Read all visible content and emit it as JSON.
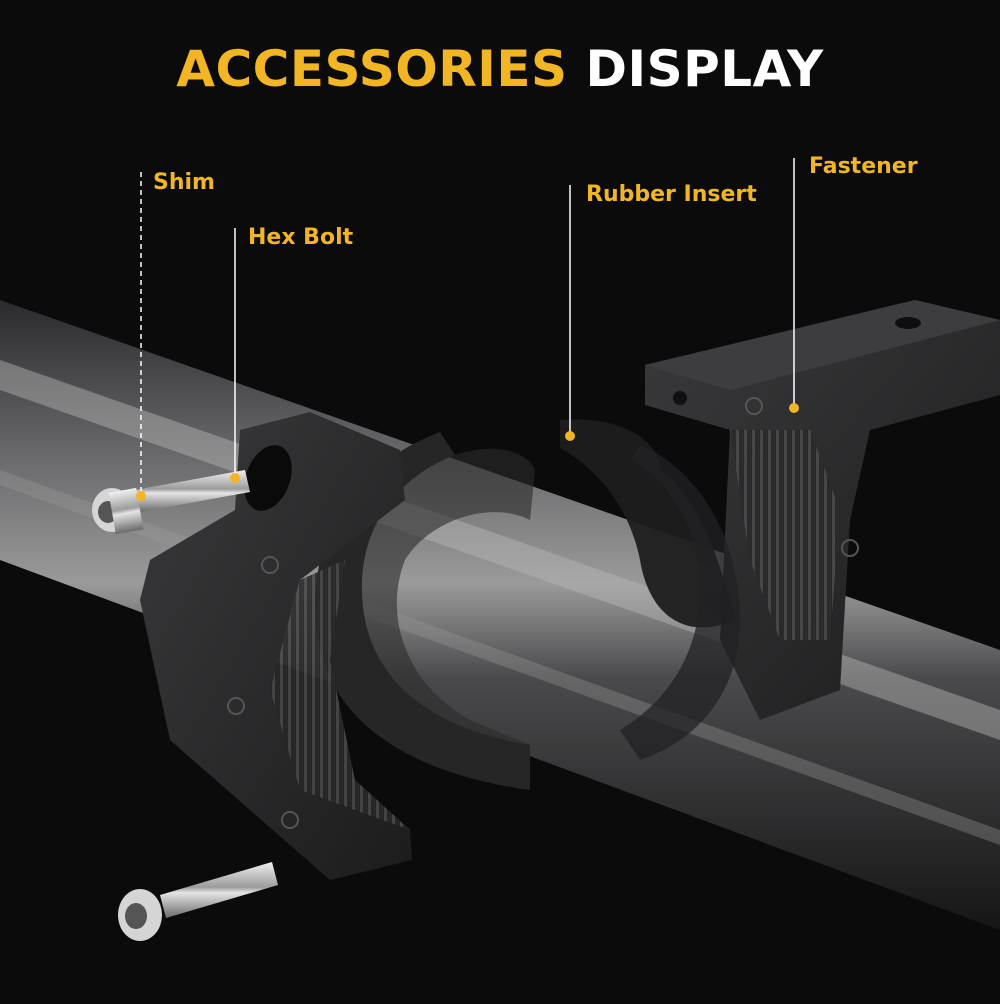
{
  "header": {
    "title_highlight": "ACCESSORIES",
    "title_rest": "DISPLAY"
  },
  "labels": {
    "shim": "Shim",
    "hex_bolt": "Hex Bolt",
    "rubber_insert": "Rubber Insert",
    "fastener": "Fastener"
  },
  "colors": {
    "accent": "#f2b524",
    "background": "#0b0b0c",
    "title_white": "#ffffff"
  }
}
